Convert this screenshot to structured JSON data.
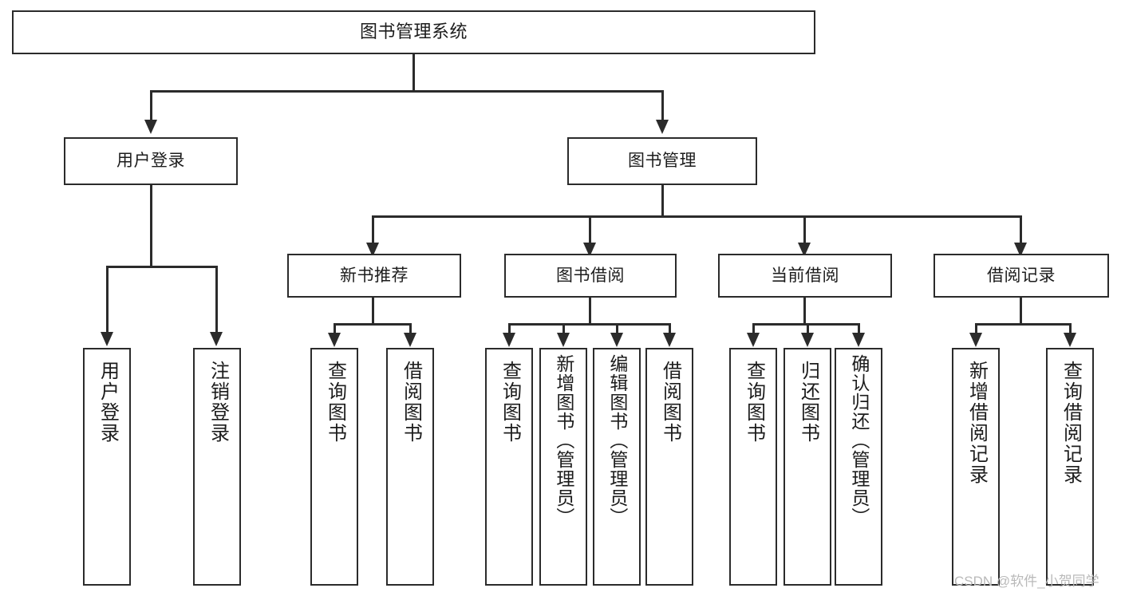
{
  "diagram": {
    "title": "图书管理系统",
    "type": "tree-hierarchy-chart",
    "root": {
      "label": "图书管理系统"
    },
    "level2": [
      {
        "label": "用户登录"
      },
      {
        "label": "图书管理"
      }
    ],
    "level3": [
      {
        "label": "新书推荐"
      },
      {
        "label": "图书借阅"
      },
      {
        "label": "当前借阅"
      },
      {
        "label": "借阅记录"
      }
    ],
    "leaves": {
      "user_login": [
        {
          "label": "用户登录"
        },
        {
          "label": "注销登录"
        }
      ],
      "new_book_recommend": [
        {
          "label": "查询图书"
        },
        {
          "label": "借阅图书"
        }
      ],
      "book_borrow": [
        {
          "label": "查询图书"
        },
        {
          "label": "新增图书（管理员）"
        },
        {
          "label": "编辑图书（管理员）"
        },
        {
          "label": "借阅图书"
        }
      ],
      "current_borrow": [
        {
          "label": "查询图书"
        },
        {
          "label": "归还图书"
        },
        {
          "label": "确认归还（管理员）"
        }
      ],
      "borrow_record": [
        {
          "label": "新增借阅记录"
        },
        {
          "label": "查询借阅记录"
        }
      ]
    }
  },
  "watermark": {
    "text": "CSDN @软件_小贺同学"
  },
  "colors": {
    "stroke": "#2b2b2b",
    "fill": "#ffffff",
    "text": "#1c1c1c",
    "watermark": "#b9b9b9"
  }
}
